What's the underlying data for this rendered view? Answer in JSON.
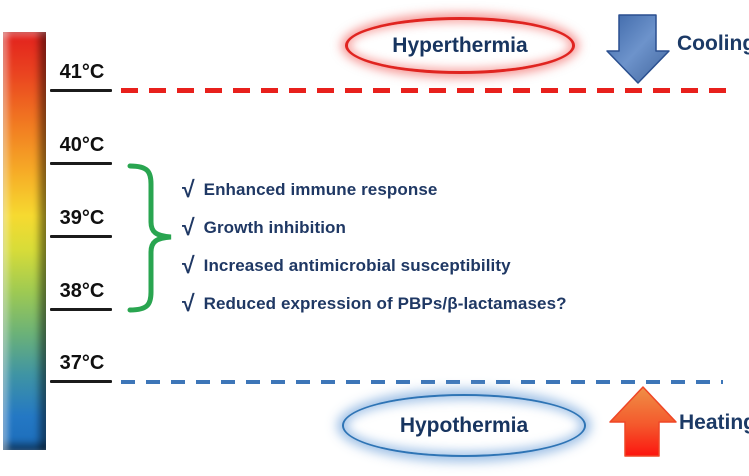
{
  "thermometer": {
    "ticks": [
      {
        "label": "41°C"
      },
      {
        "label": "40°C"
      },
      {
        "label": "39°C"
      },
      {
        "label": "38°C"
      },
      {
        "label": "37°C"
      }
    ],
    "gradient_top_to_bottom": [
      "#e2201d",
      "#f17a21",
      "#f6da30",
      "#d8dc38",
      "#9fca52",
      "#6cb277",
      "#3f94a4",
      "#1c6cba"
    ]
  },
  "zones": {
    "hyperthermia": {
      "label": "Hyperthermia",
      "outline_color": "#e02420",
      "threshold_line_color": "#e8201c"
    },
    "hypothermia": {
      "label": "Hypothermia",
      "outline_color": "#2e74b5",
      "threshold_line_color": "#3d76b8"
    }
  },
  "actions": {
    "cooling": {
      "label": "Cooling",
      "direction": "down",
      "arrow_color": "#4472c4"
    },
    "heating": {
      "label": "Heating",
      "direction": "up",
      "arrow_color": "#fc150f"
    }
  },
  "effects": {
    "bullet": "√",
    "items": [
      "Enhanced immune response",
      "Growth inhibition",
      "Increased antimicrobial susceptibility",
      "Reduced expression of PBPs/β-lactamases?"
    ],
    "text_color": "#1f3864",
    "brace_color": "#29a550"
  }
}
